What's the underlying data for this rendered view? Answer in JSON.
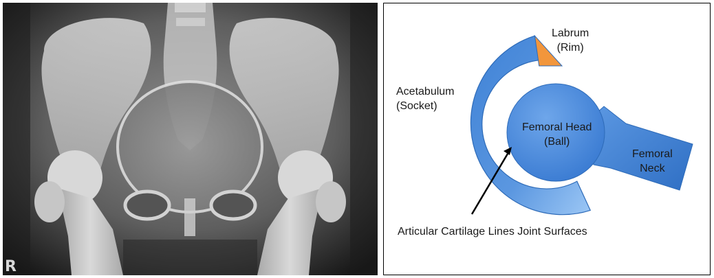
{
  "xray": {
    "side_marker": "R"
  },
  "diagram": {
    "labrum": {
      "line1": "Labrum",
      "line2": "(Rim)"
    },
    "acetabulum": {
      "line1": "Acetabulum",
      "line2": "(Socket)"
    },
    "femoral_head": {
      "line1": "Femoral Head",
      "line2": "(Ball)"
    },
    "femoral_neck": {
      "line1": "Femoral",
      "line2": "Neck"
    },
    "cartilage_caption": "Articular Cartilage Lines Joint Surfaces"
  },
  "colors": {
    "bone_blue": "#3f82d6",
    "bone_blue_light": "#8dbdf2",
    "labrum_orange": "#f2963c",
    "outline": "#2e6bb8",
    "arrow": "#000000"
  }
}
